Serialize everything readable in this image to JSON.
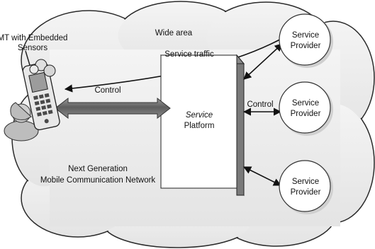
{
  "device": {
    "label_line1": "MT with Embedded",
    "label_line2": "Sensors"
  },
  "cloud": {
    "area_label": "Wide area",
    "network_label_line1": "Next Generation",
    "network_label_line2": "Mobile Communication Network"
  },
  "platform": {
    "title_line1": "Service",
    "title_line2": "Platform"
  },
  "links": {
    "service_traffic": "Service traffic",
    "control_left": "Control",
    "control_right": "Control"
  },
  "providers": [
    {
      "line1": "Service",
      "line2": "Provider"
    },
    {
      "line1": "Service",
      "line2": "Provider"
    },
    {
      "line1": "Service",
      "line2": "Provider"
    }
  ]
}
